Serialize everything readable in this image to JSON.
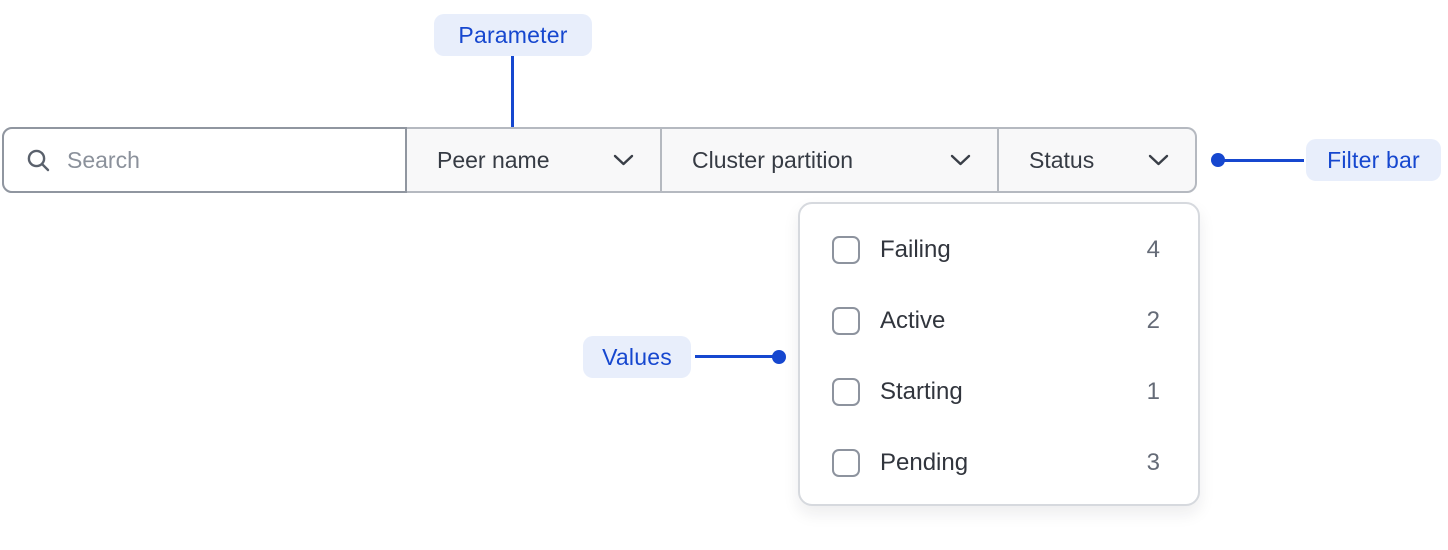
{
  "annotations": {
    "parameter": {
      "label": "Parameter"
    },
    "filter_bar": {
      "label": "Filter bar"
    },
    "values": {
      "label": "Values"
    },
    "accent_color": "#1647cf",
    "pill_background": "#e8eefb"
  },
  "filter_bar": {
    "search": {
      "placeholder": "Search",
      "icon": "search-icon",
      "value": ""
    },
    "dropdowns": [
      {
        "label": "Peer name"
      },
      {
        "label": "Cluster partition"
      },
      {
        "label": "Status"
      }
    ]
  },
  "status_dropdown": {
    "items": [
      {
        "label": "Failing",
        "count": "4",
        "checked": false
      },
      {
        "label": "Active",
        "count": "2",
        "checked": false
      },
      {
        "label": "Starting",
        "count": "1",
        "checked": false
      },
      {
        "label": "Pending",
        "count": "3",
        "checked": false
      }
    ]
  }
}
